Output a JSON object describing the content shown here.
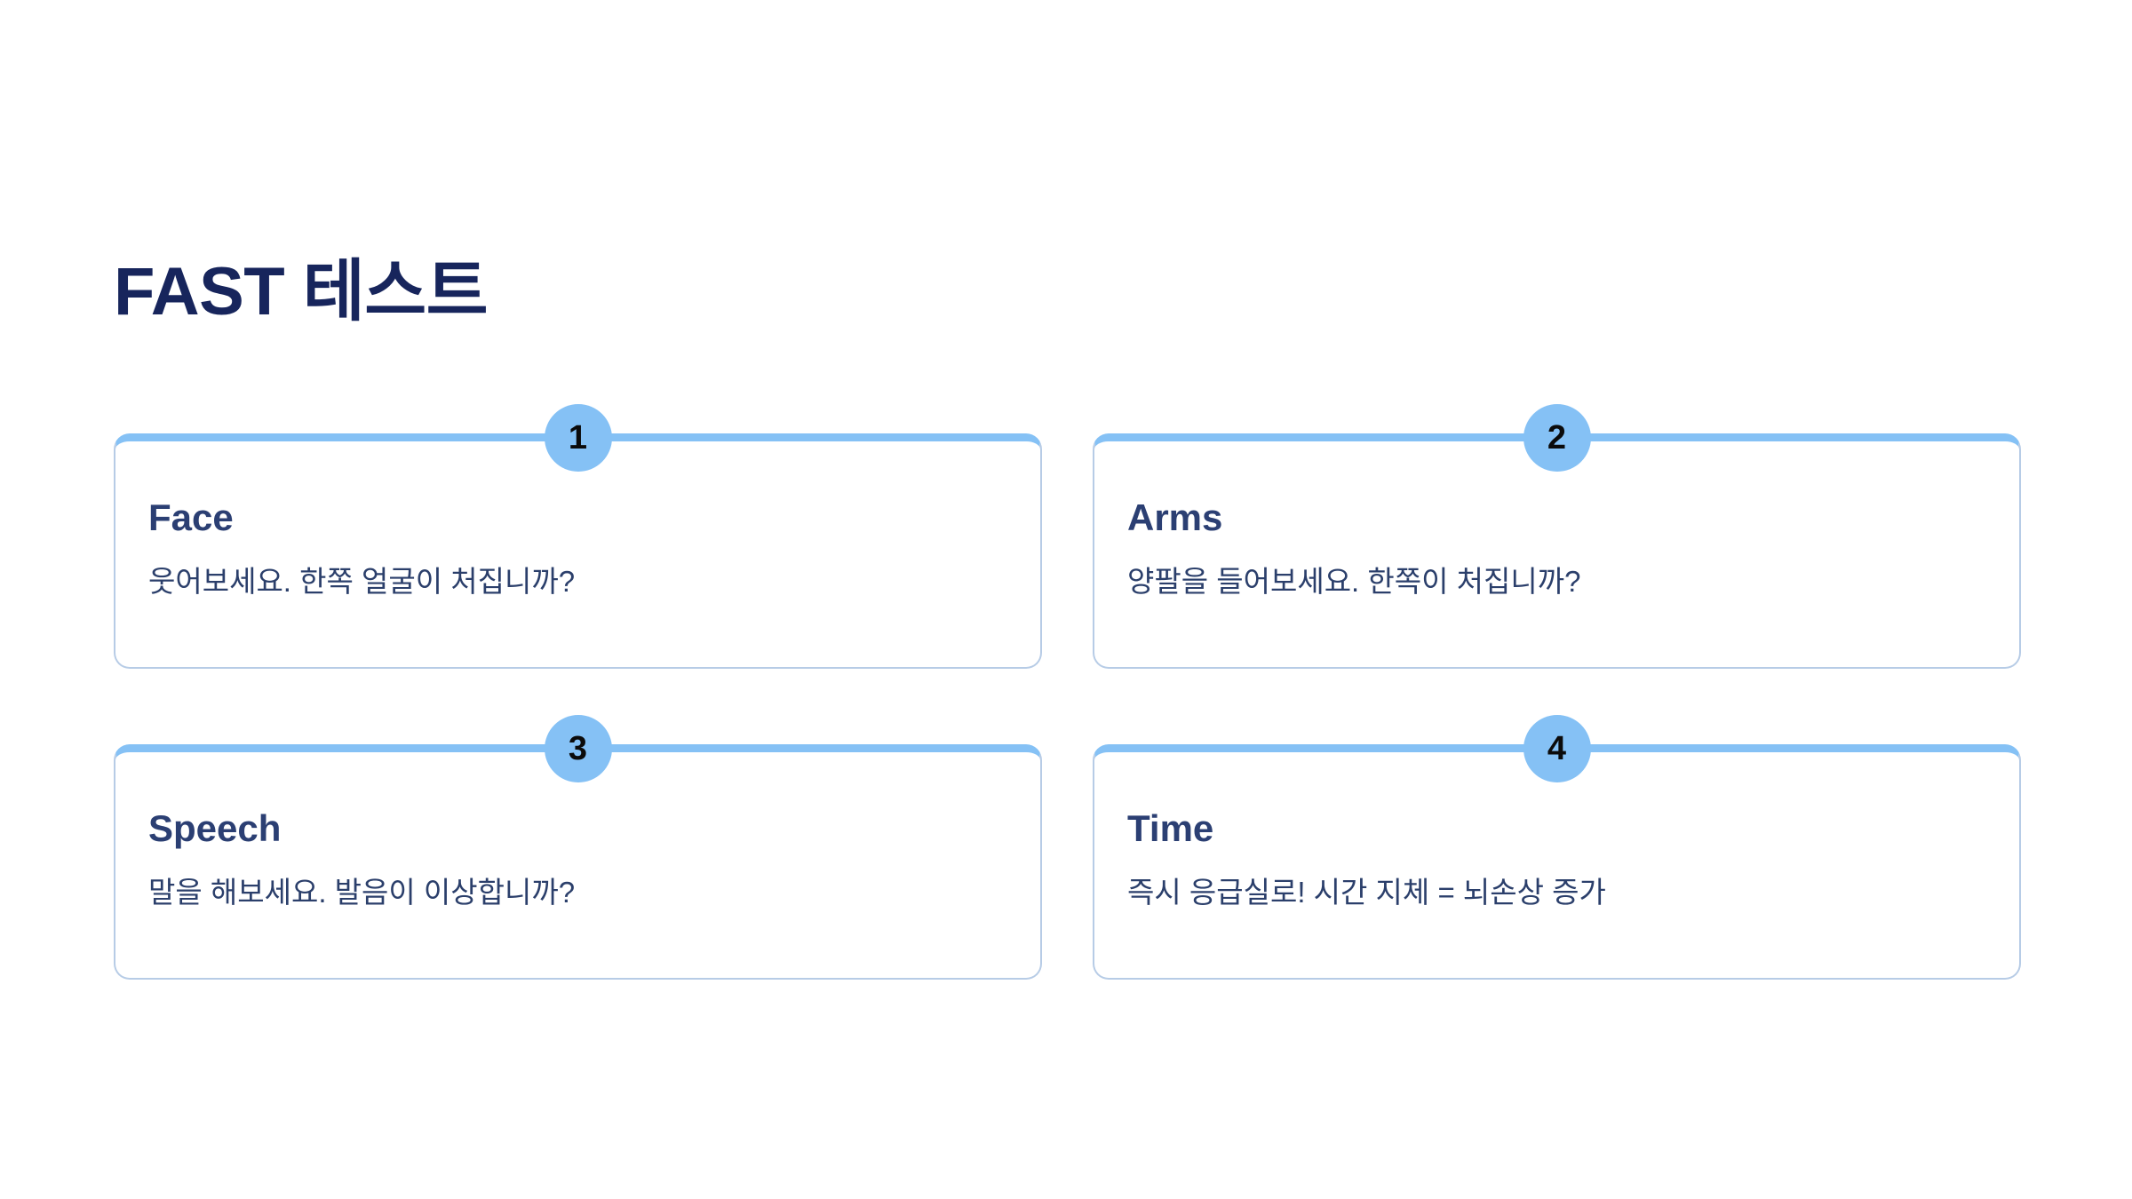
{
  "page": {
    "title": "FAST 테스트",
    "background_color": "#ffffff",
    "title_color": "#17255c",
    "accent_color": "#85c1f5",
    "card_border_color": "#b7cce6",
    "heading_color": "#2b3f73",
    "body_color": "#2b3f6b",
    "badge_number_color": "#0b0b0b"
  },
  "cards": [
    {
      "number": "1",
      "heading": "Face",
      "text": "웃어보세요. 한쪽 얼굴이 처집니까?"
    },
    {
      "number": "2",
      "heading": "Arms",
      "text": "양팔을 들어보세요. 한쪽이 처집니까?"
    },
    {
      "number": "3",
      "heading": "Speech",
      "text": "말을 해보세요. 발음이 이상합니까?"
    },
    {
      "number": "4",
      "heading": "Time",
      "text": "즉시 응급실로! 시간 지체 = 뇌손상 증가"
    }
  ]
}
